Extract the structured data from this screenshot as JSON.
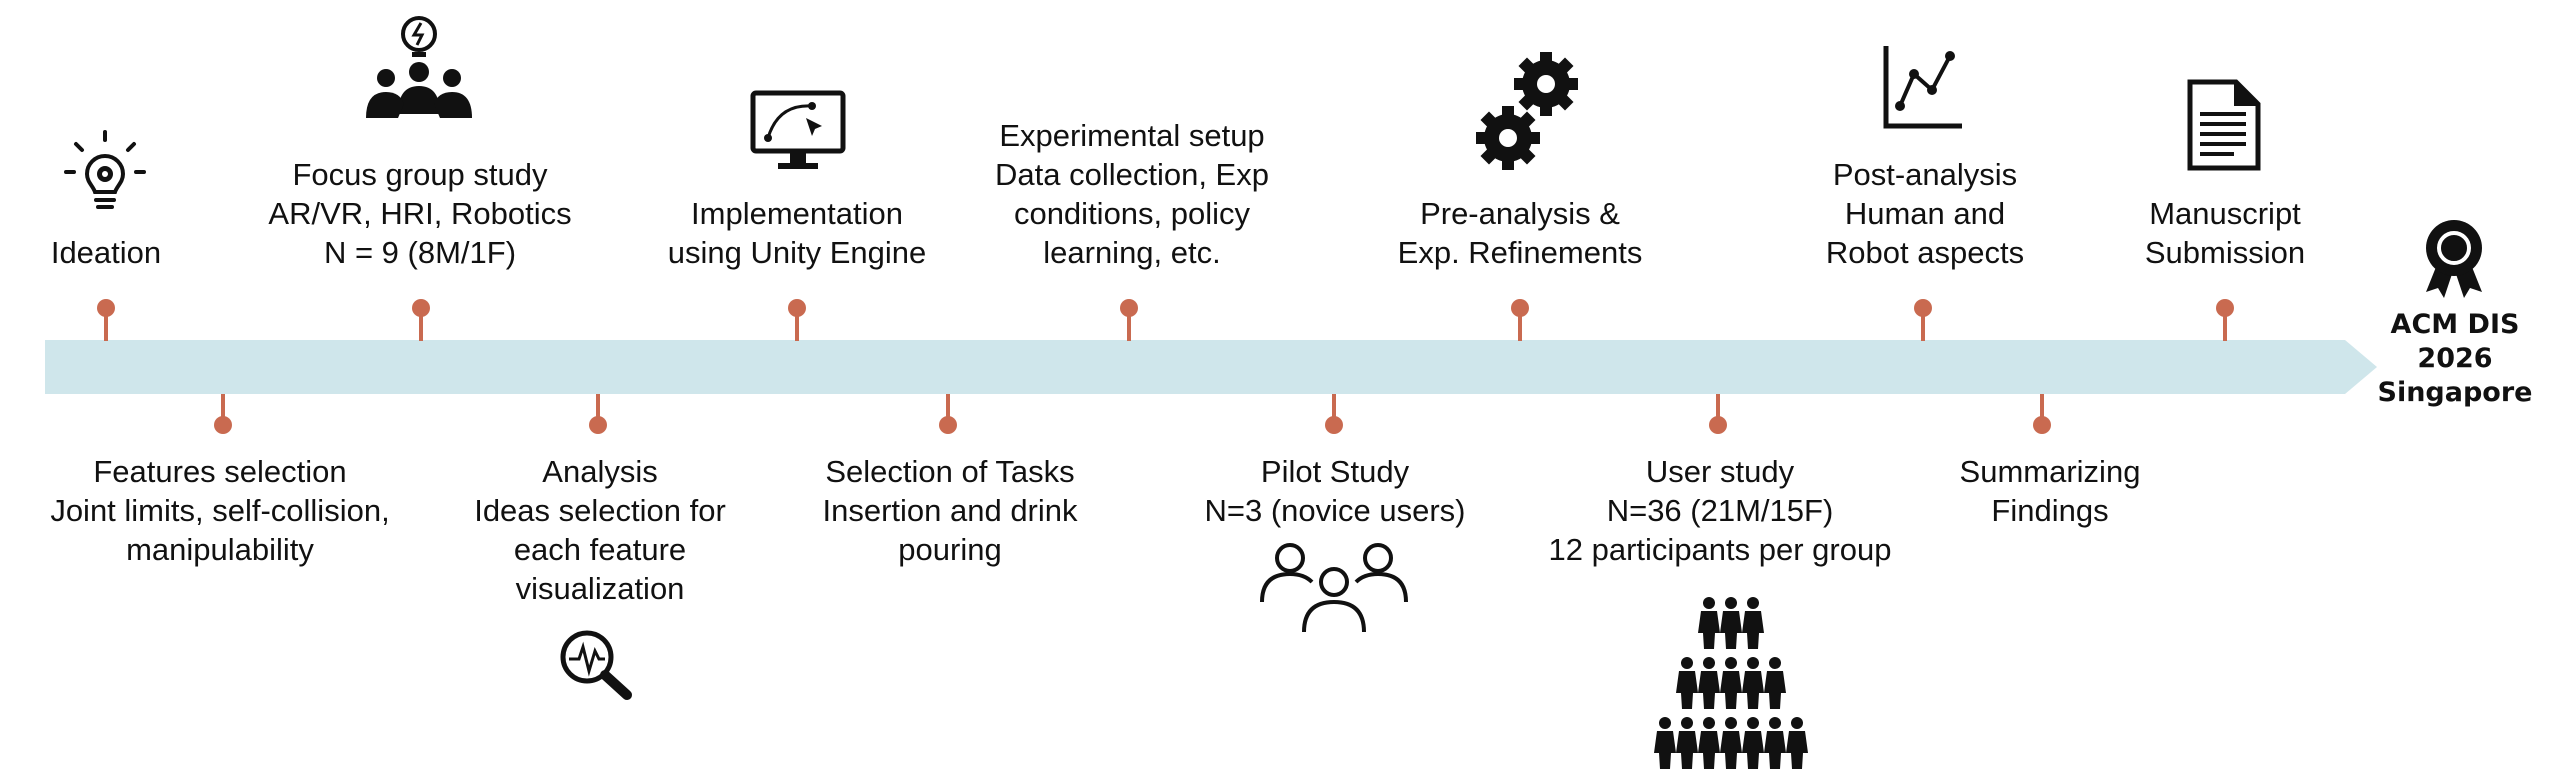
{
  "milestones_top": [
    {
      "lines": [
        "Ideation"
      ]
    },
    {
      "lines": [
        "Focus group study",
        "AR/VR, HRI, Robotics",
        "N = 9 (8M/1F)"
      ]
    },
    {
      "lines": [
        "Implementation",
        "using Unity Engine"
      ]
    },
    {
      "lines": [
        "Experimental setup",
        "Data collection, Exp",
        "conditions, policy",
        "learning, etc."
      ]
    },
    {
      "lines": [
        "Pre-analysis &",
        "Exp. Refinements"
      ]
    },
    {
      "lines": [
        "Post-analysis",
        "Human and",
        "Robot aspects"
      ]
    },
    {
      "lines": [
        "Manuscript",
        "Submission"
      ]
    }
  ],
  "milestones_bottom": [
    {
      "lines": [
        "Features selection",
        "Joint limits, self-collision,",
        "manipulability"
      ]
    },
    {
      "lines": [
        "Analysis",
        "Ideas selection for",
        "each feature",
        "visualization"
      ]
    },
    {
      "lines": [
        "Selection of Tasks",
        "Insertion and drink",
        "pouring"
      ]
    },
    {
      "lines": [
        "Pilot Study",
        "N=3 (novice users)"
      ]
    },
    {
      "lines": [
        "User study",
        "N=36 (21M/15F)",
        "12 participants per group"
      ]
    },
    {
      "lines": [
        "Summarizing",
        "Findings"
      ]
    }
  ],
  "final": {
    "lines": [
      "ACM DIS",
      "2026",
      "Singapore"
    ]
  },
  "colors": {
    "timeline": "#cfe6eb",
    "marker": "#c96a50",
    "text": "#111111"
  },
  "icons": [
    "lightbulb-gear-icon",
    "group-idea-icon",
    "monitor-curve-icon",
    "gears-icon",
    "line-chart-icon",
    "document-icon",
    "award-ribbon-icon",
    "magnifier-pulse-icon",
    "three-people-icon",
    "crowd-icon"
  ]
}
